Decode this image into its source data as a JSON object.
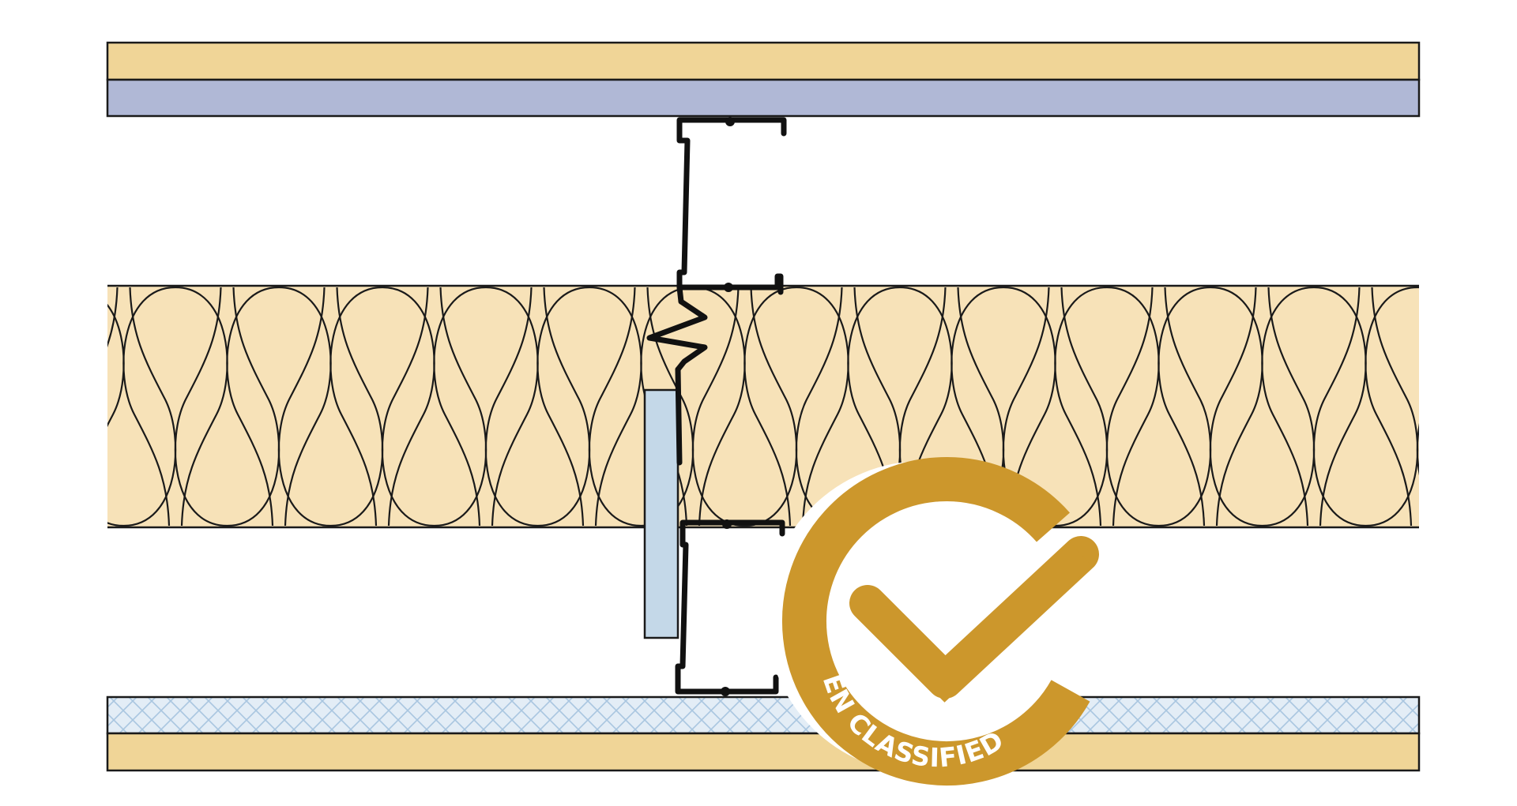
{
  "badge": {
    "label": "EN CLASSIFIED",
    "color": "#CC972C",
    "ring_color": "#FFFFFF"
  },
  "layers": [
    {
      "name": "top-facing-board",
      "material": "board",
      "color": "#F0D597"
    },
    {
      "name": "top-plasterboard",
      "material": "plasterboard",
      "color": "#B0B8D6"
    },
    {
      "name": "upper-cavity",
      "material": "air",
      "color": "#FFFFFF"
    },
    {
      "name": "insulation-layer",
      "material": "mineral-wool",
      "color": "#F7E2B8"
    },
    {
      "name": "lower-cavity",
      "material": "air",
      "color": "#FFFFFF"
    },
    {
      "name": "bottom-mesh-board",
      "material": "impact-board",
      "color": "#E3EDF6"
    },
    {
      "name": "bottom-facing-board",
      "material": "board",
      "color": "#F0D597"
    }
  ],
  "components": {
    "stud_profile": "steel-channel-stud",
    "splice_plate": "board-strip",
    "splice_plate_color": "#C4D8E8"
  }
}
